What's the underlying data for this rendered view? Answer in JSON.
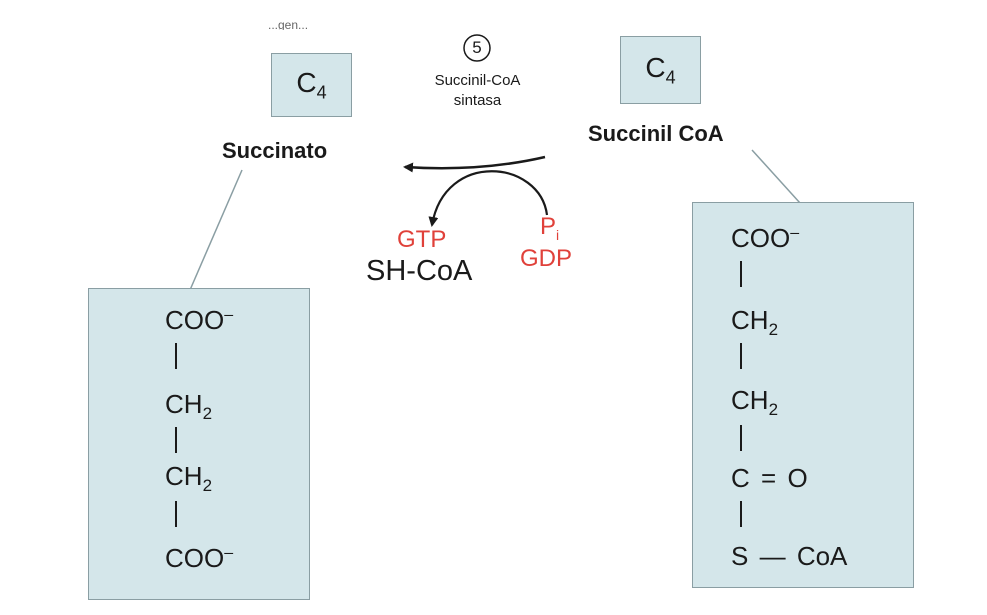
{
  "top_clipped_text": "...gen...",
  "step": {
    "number": "5",
    "enzyme_line1": "Succinil-CoA",
    "enzyme_line2": "sintasa"
  },
  "left": {
    "c4_letter": "C",
    "c4_sub": "4",
    "name": "Succinato",
    "structure": {
      "top": "COO",
      "top_charge": "–",
      "ch2_a": "CH",
      "ch2_a_sub": "2",
      "ch2_b": "CH",
      "ch2_b_sub": "2",
      "bottom": "COO",
      "bottom_charge": "–"
    }
  },
  "right": {
    "c4_letter": "C",
    "c4_sub": "4",
    "name": "Succinil CoA",
    "structure": {
      "top": "COO",
      "top_charge": "–",
      "ch2_a": "CH",
      "ch2_a_sub": "2",
      "ch2_b": "CH",
      "ch2_b_sub": "2",
      "carbon": "C",
      "double_bond": "=",
      "oxygen": "O",
      "sulfur": "S",
      "dash": "—",
      "coa": "CoA"
    }
  },
  "reactants": {
    "pi": "P",
    "pi_sub": "i",
    "gdp": "GDP"
  },
  "products": {
    "gtp": "GTP",
    "shcoa": "SH-CoA"
  },
  "colors": {
    "box_fill": "#d4e6ea",
    "box_border": "#8a9ea3",
    "red_text": "#e0413a"
  }
}
